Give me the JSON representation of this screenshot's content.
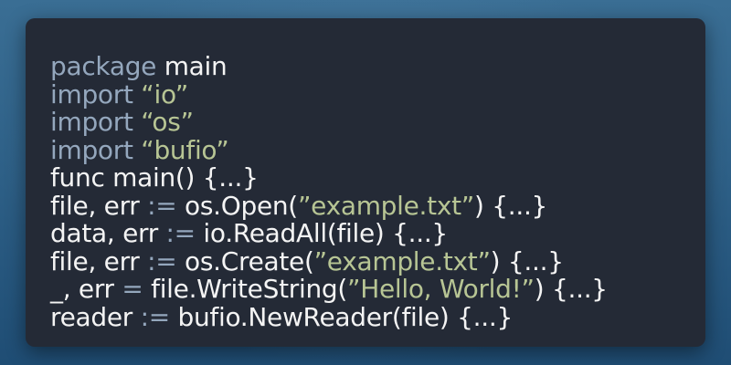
{
  "editor": {
    "lines": [
      {
        "keyword": "package",
        "rest": " main"
      },
      {
        "keyword": "import",
        "string": " “io”"
      },
      {
        "keyword": "import",
        "string": " “os”"
      },
      {
        "keyword": "import",
        "string": " “bufio”"
      },
      {
        "text": "func main() {...}"
      },
      {
        "pre": "file, err ",
        "op": ":=",
        "mid": " os.Open(",
        "string": "”example.txt”",
        "post": ") {...}"
      },
      {
        "pre": "data, err ",
        "op": ":=",
        "mid": " io.ReadAll(file) {...}"
      },
      {
        "pre": "file, err ",
        "op": ":=",
        "mid": " os.Create(",
        "string": "”example.txt”",
        "post": ") {...}"
      },
      {
        "pre": "_, err ",
        "op": "=",
        "mid": " file.WriteString(",
        "string": "”Hello, World!”",
        "post": ") {...}"
      },
      {
        "pre": "reader ",
        "op": ":=",
        "mid": " bufio.NewReader(file) {...}"
      }
    ]
  },
  "colors": {
    "window_background": "#242a36",
    "keyword": "#94a7bd",
    "string": "#b7c594",
    "text": "#f4f4f4",
    "page_background": "#2d5f86"
  }
}
